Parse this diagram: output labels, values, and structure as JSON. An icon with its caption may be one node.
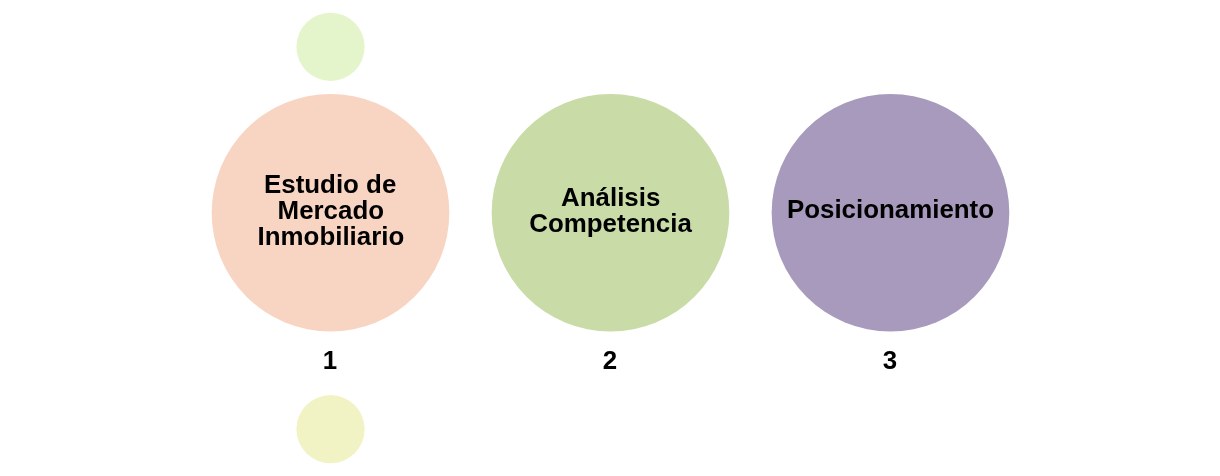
{
  "diagram": {
    "nodes": [
      {
        "text": [
          "Estudio de Mercado Inmobiliario"
        ],
        "beside": [
          "1"
        ]
      },
      {
        "text": [
          "Análisis Competencia"
        ],
        "beside": [
          "2"
        ]
      },
      {
        "text": [
          "Posicionamiento"
        ],
        "beside": [
          "3"
        ]
      },
      {
        "text": [],
        "shape": "circle"
      },
      {
        "text": [],
        "shape": "circle"
      }
    ]
  }
}
